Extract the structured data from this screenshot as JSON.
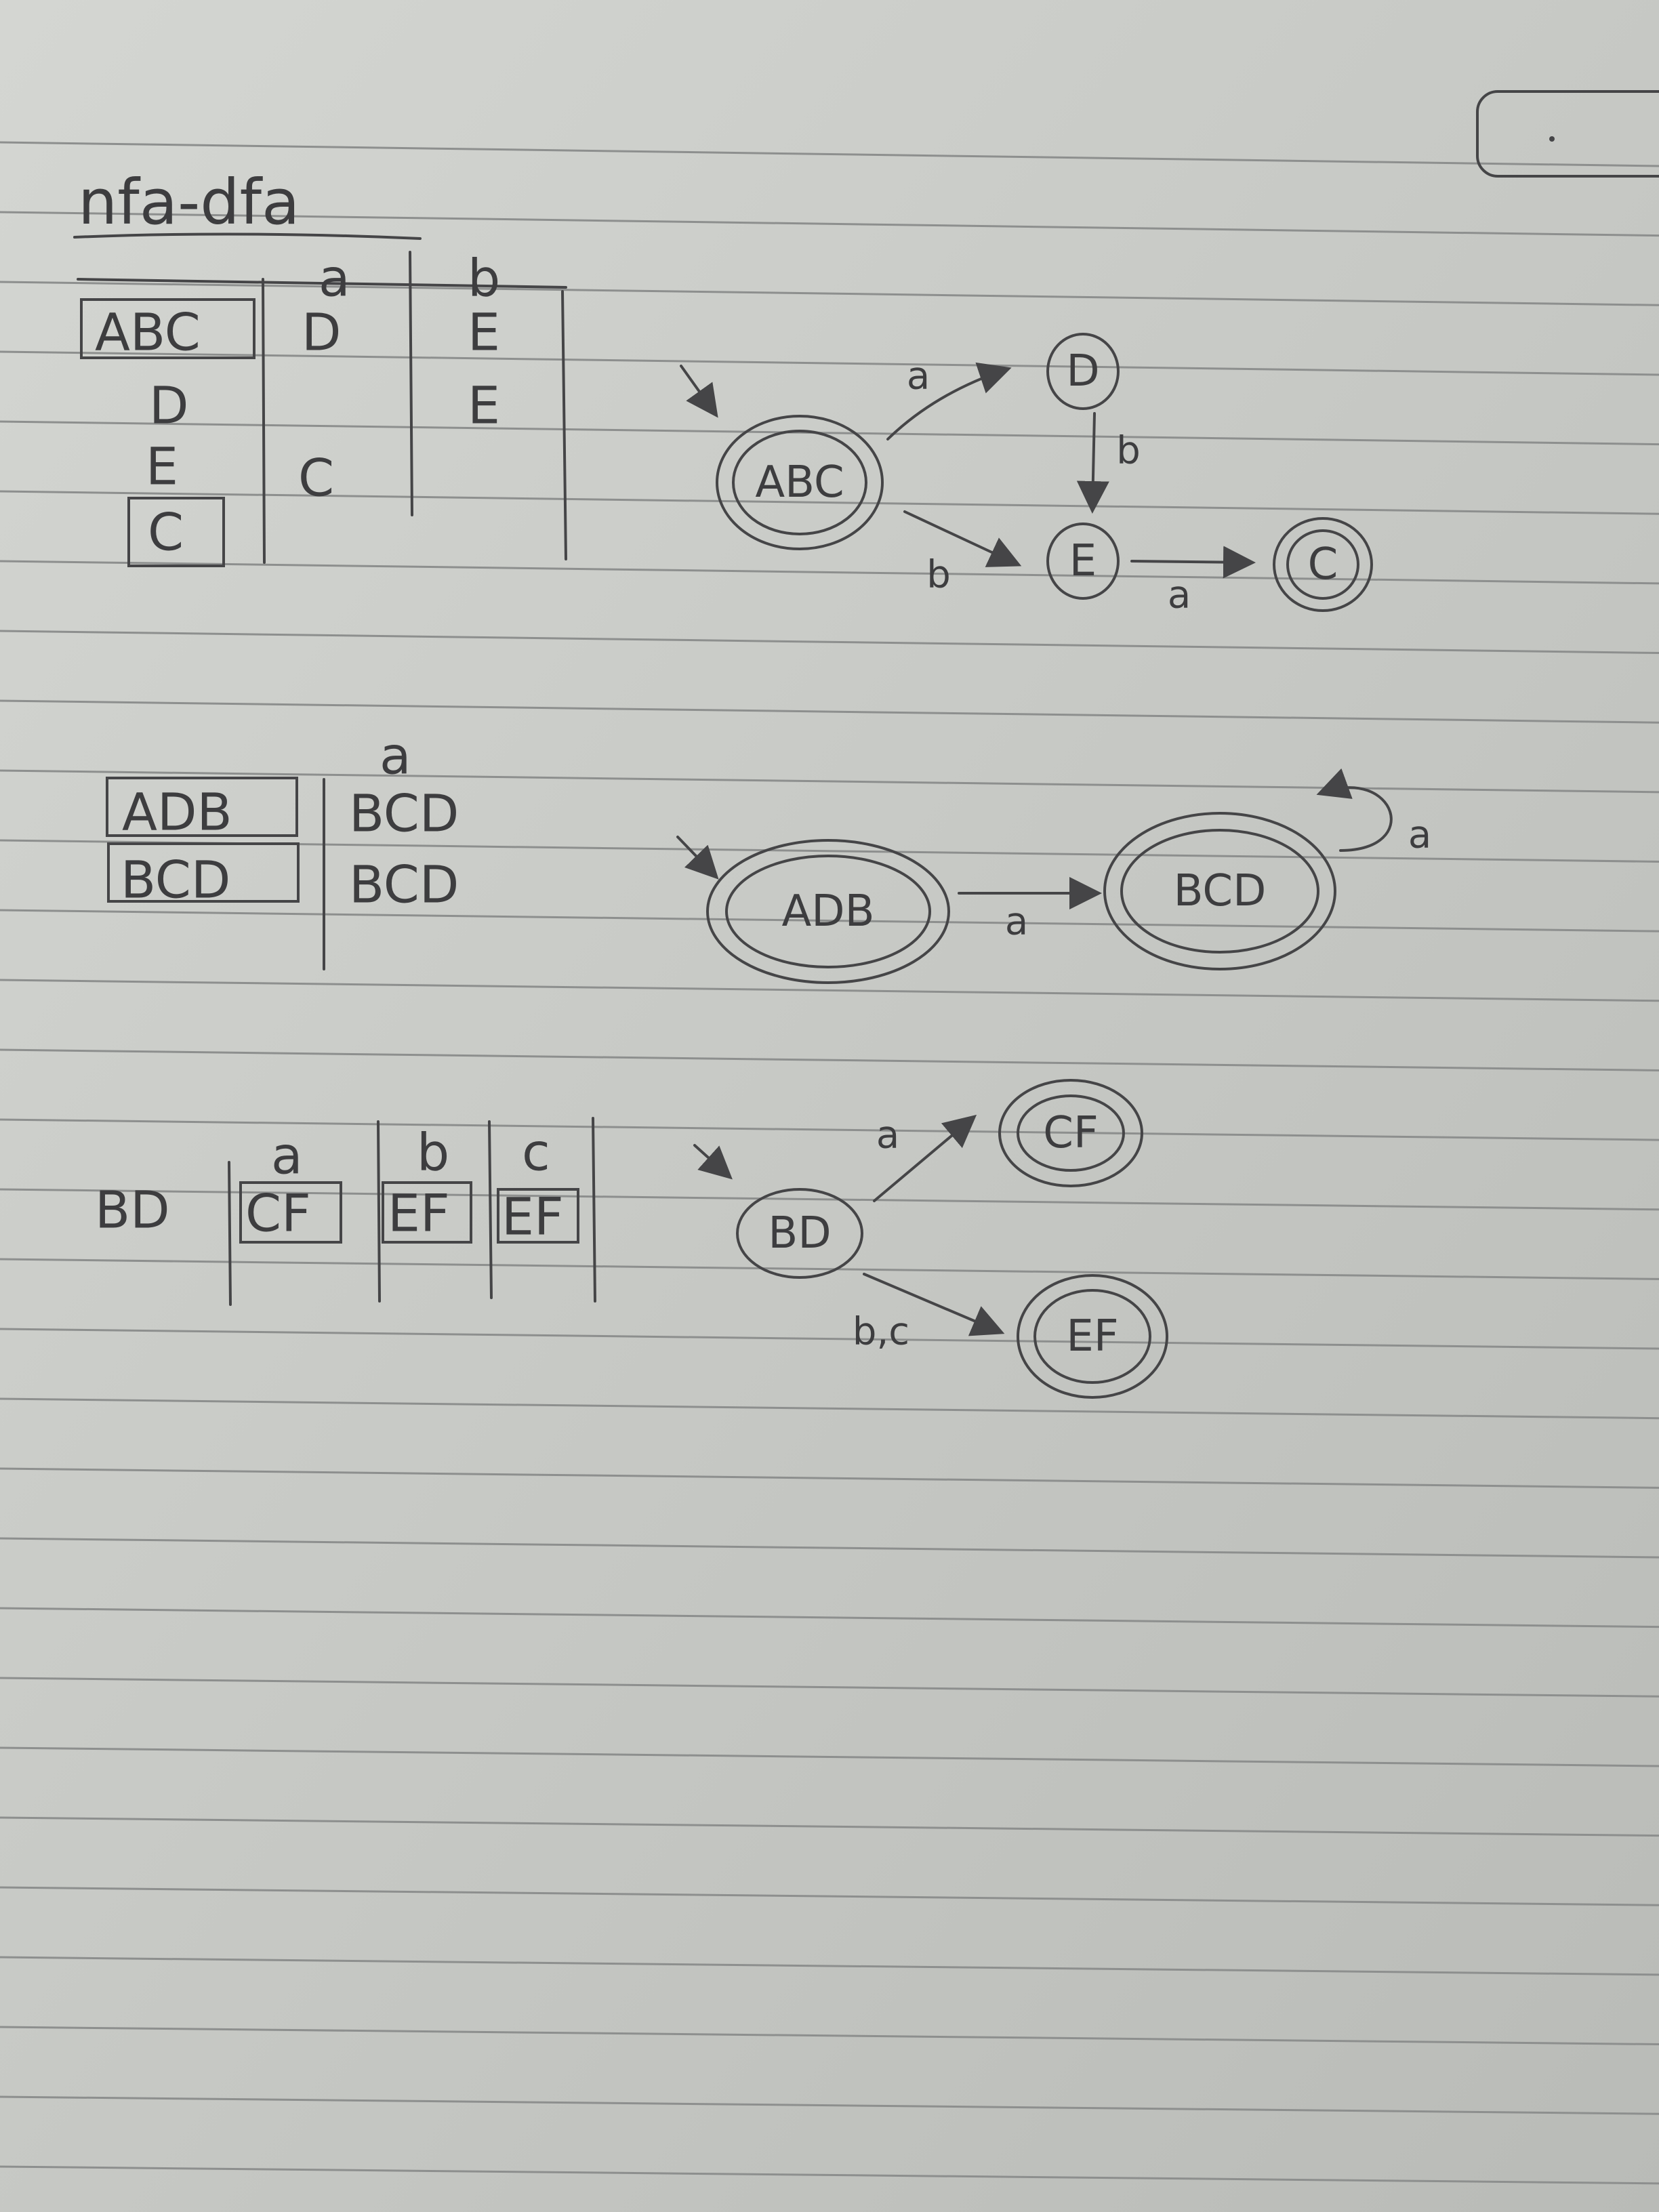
{
  "title": "nfa-dfa",
  "colors": {
    "paper": "#c9cbc7",
    "ink": "#3d3d3f",
    "rule": "#8d8f8e"
  },
  "sections": [
    {
      "table": {
        "headers": [
          "a",
          "b"
        ],
        "rows": [
          {
            "state": "ABC",
            "boxed": true,
            "cells": [
              "D",
              "E"
            ]
          },
          {
            "state": "D",
            "boxed": false,
            "cells": [
              "",
              "E"
            ]
          },
          {
            "state": "E",
            "boxed": false,
            "cells": [
              "C",
              ""
            ]
          },
          {
            "state": "C",
            "boxed": true,
            "cells": [
              "",
              ""
            ]
          }
        ]
      },
      "diagram": {
        "start": "ABC",
        "states": [
          {
            "id": "ABC",
            "label": "ABC",
            "accepting": true
          },
          {
            "id": "D",
            "label": "D",
            "accepting": false
          },
          {
            "id": "E",
            "label": "E",
            "accepting": false
          },
          {
            "id": "C",
            "label": "C",
            "accepting": true
          }
        ],
        "transitions": [
          {
            "from": "ABC",
            "to": "D",
            "label": "a"
          },
          {
            "from": "D",
            "to": "E",
            "label": "b"
          },
          {
            "from": "ABC",
            "to": "E",
            "label": "b"
          },
          {
            "from": "E",
            "to": "C",
            "label": "a"
          }
        ]
      }
    },
    {
      "table": {
        "headers": [
          "a"
        ],
        "rows": [
          {
            "state": "ADB",
            "boxed": true,
            "cells": [
              "BCD"
            ]
          },
          {
            "state": "BCD",
            "boxed": true,
            "cells": [
              "BCD"
            ]
          }
        ]
      },
      "diagram": {
        "start": "ADB",
        "states": [
          {
            "id": "ADB",
            "label": "ADB",
            "accepting": true
          },
          {
            "id": "BCD",
            "label": "BCD",
            "accepting": true
          }
        ],
        "transitions": [
          {
            "from": "ADB",
            "to": "BCD",
            "label": "a"
          },
          {
            "from": "BCD",
            "to": "BCD",
            "label": "a"
          }
        ]
      }
    },
    {
      "table": {
        "headers": [
          "a",
          "b",
          "c"
        ],
        "rows": [
          {
            "state": "BD",
            "boxed": false,
            "cells": [
              "CF",
              "EF",
              "EF"
            ],
            "cells_boxed": [
              true,
              true,
              true
            ]
          }
        ]
      },
      "diagram": {
        "start": "BD",
        "states": [
          {
            "id": "BD",
            "label": "BD",
            "accepting": false
          },
          {
            "id": "CF",
            "label": "CF",
            "accepting": true
          },
          {
            "id": "EF",
            "label": "EF",
            "accepting": true
          }
        ],
        "transitions": [
          {
            "from": "BD",
            "to": "CF",
            "label": "a"
          },
          {
            "from": "BD",
            "to": "EF",
            "label": "b,c"
          }
        ]
      }
    }
  ]
}
